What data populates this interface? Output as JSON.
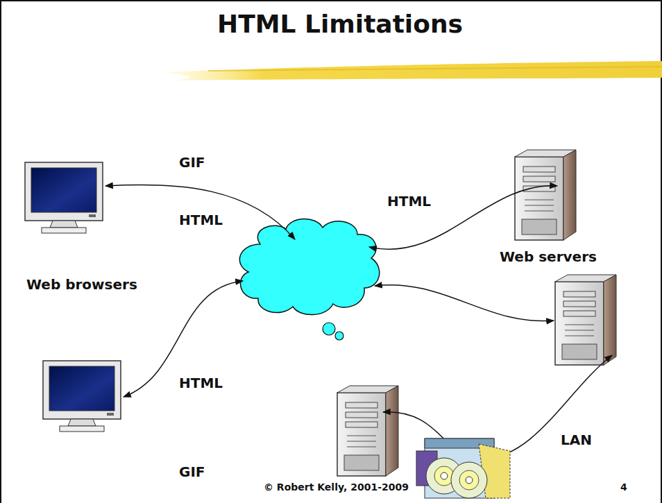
{
  "diagram": {
    "title": "HTML Limitations",
    "labels": [
      "GIF",
      "HTML",
      "HTML",
      "Web servers",
      "Web browsers",
      "HTML",
      "LAN",
      "GIF",
      "© Robert Kelly, 2001-2009",
      "4"
    ]
  }
}
